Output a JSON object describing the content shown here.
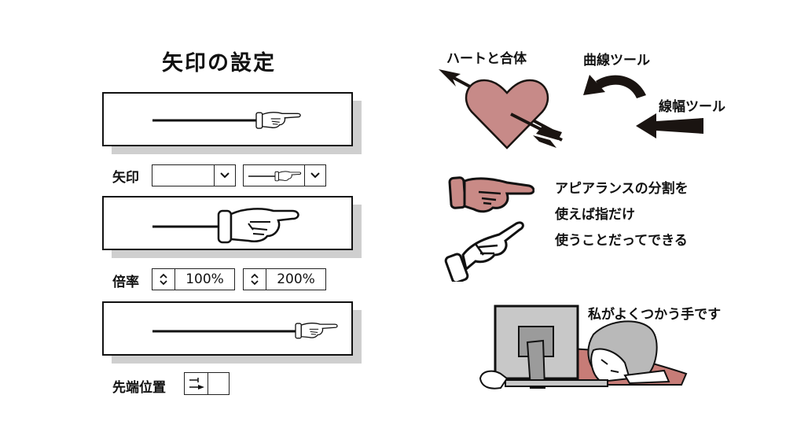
{
  "left_panel": {
    "title": "矢印の設定",
    "arrow_row": {
      "label": "矢印",
      "start_value": "",
      "end_value_icon": "pointing-hand-arrowhead"
    },
    "scale_row": {
      "label": "倍率",
      "start_scale": "100%",
      "end_scale": "200%"
    },
    "tip_row": {
      "label": "先端位置",
      "selected_option": "extend-tip-beyond-path"
    },
    "previews": [
      {
        "description": "line with small pointing hand arrowhead",
        "arrowhead": "pointing-hand",
        "scale_percent": 100
      },
      {
        "description": "line with enlarged pointing hand arrowhead",
        "arrowhead": "pointing-hand",
        "scale_percent": 200
      },
      {
        "description": "long line with small pointing hand arrowhead at tip",
        "arrowhead": "pointing-hand",
        "scale_percent": 100
      }
    ]
  },
  "right_panel": {
    "heart_label": "ハートと合体",
    "curve_tool_label": "曲線ツール",
    "width_tool_label": "線幅ツール",
    "appearance_text": [
      "アピアランスの分割を",
      "使えば指だけ",
      "使うことだってできる"
    ],
    "character_caption": "私がよくつかう手です"
  },
  "colors": {
    "heart_fill": "#c78a88",
    "hand_pink": "#c98a86",
    "shadow": "#cfcfcf",
    "monitor": "#c8c8c8",
    "monitor_dark": "#9b9b9b",
    "sweater": "#c77c77",
    "hair": "#b9b9b9"
  }
}
